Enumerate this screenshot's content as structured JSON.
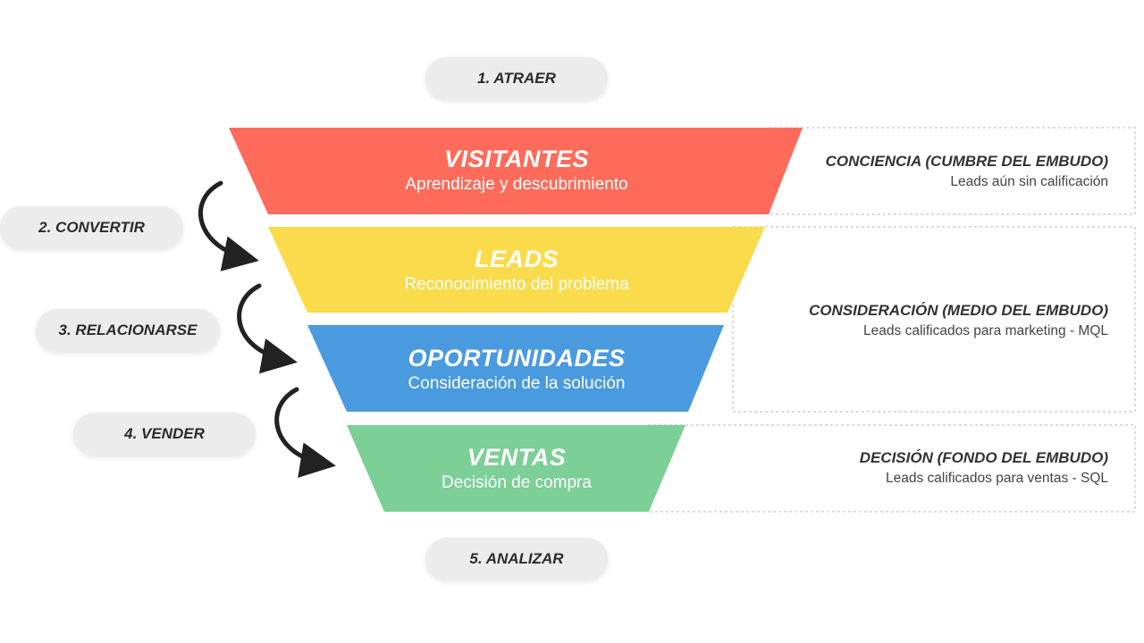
{
  "steps": {
    "attract": "1. ATRAER",
    "convert": "2. CONVERTIR",
    "relate": "3. RELACIONARSE",
    "sell": "4. VENDER",
    "analyze": "5. ANALIZAR"
  },
  "stages": [
    {
      "title": "VISITANTES",
      "subtitle": "Aprendizaje y descubrimiento",
      "color": "#fe6b5b"
    },
    {
      "title": "LEADS",
      "subtitle": "Reconocimiento del problema",
      "color": "#f9db4c"
    },
    {
      "title": "OPORTUNIDADES",
      "subtitle": "Consideración de la solución",
      "color": "#4a9ae0"
    },
    {
      "title": "VENTAS",
      "subtitle": "Decisión de compra",
      "color": "#7ccf97"
    }
  ],
  "phases": [
    {
      "title": "CONCIENCIA (CUMBRE DEL EMBUDO)",
      "subtitle": "Leads aún sin calificación"
    },
    {
      "title": "CONSIDERACIÓN (MEDIO DEL EMBUDO)",
      "subtitle": "Leads calificados para marketing - MQL"
    },
    {
      "title": "DECISIÓN (FONDO DEL EMBUDO)",
      "subtitle": "Leads calificados para ventas - SQL"
    }
  ]
}
